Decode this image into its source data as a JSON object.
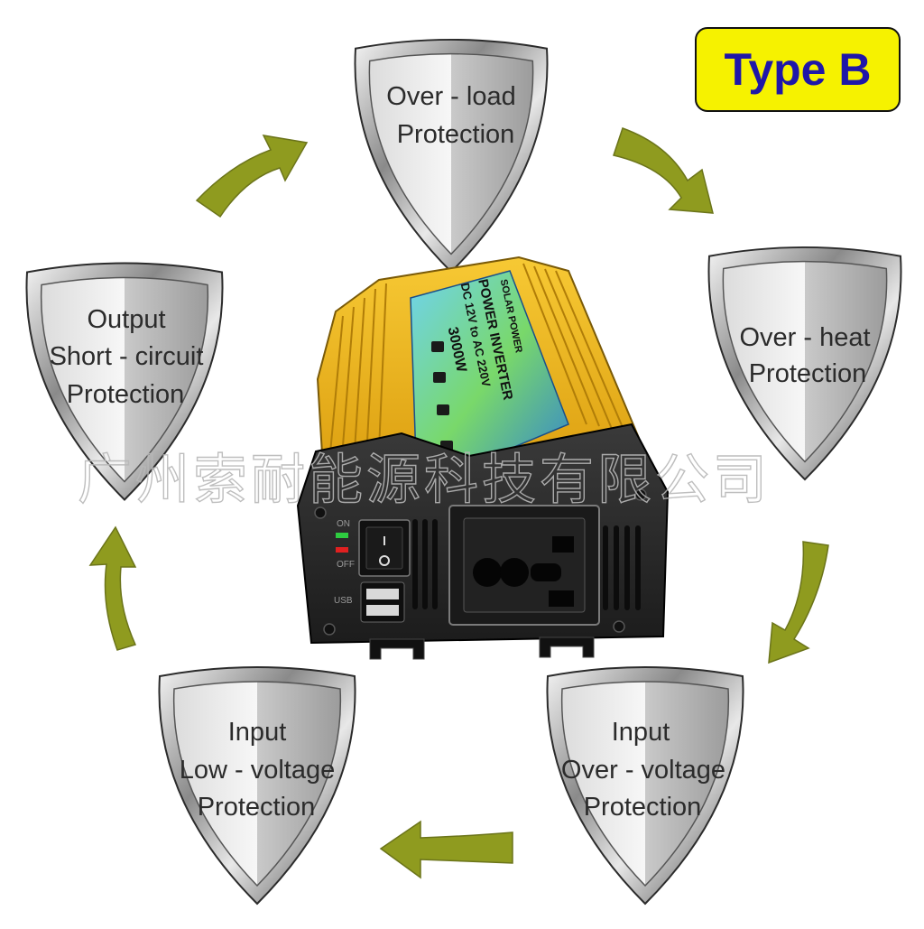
{
  "badge": {
    "text": "Type B"
  },
  "shields": [
    {
      "lines": [
        "Over - load",
        "Protection"
      ]
    },
    {
      "lines": [
        "Over - heat",
        "Protection"
      ]
    },
    {
      "lines": [
        "Input",
        "Over - voltage",
        "Protection"
      ]
    },
    {
      "lines": [
        "Input",
        "Low - voltage",
        "Protection"
      ]
    },
    {
      "lines": [
        "Output",
        "Short - circuit",
        "Protection"
      ]
    }
  ],
  "watermark": "广州索耐能源科技有限公司",
  "inverter": {
    "brand": "SOLAR POWER",
    "title": "POWER INVERTER",
    "spec": "DC 12V to AC 220V",
    "power": "3000W",
    "switch_on": "ON",
    "switch_off": "OFF",
    "usb": "USB"
  },
  "colors": {
    "arrow": "#8f9b1f",
    "badge_bg": "#f6f200",
    "badge_text": "#1f17a8",
    "housing": "#f0b51a",
    "faceplate": "#2a2a2a",
    "led_on": "#2ecc40",
    "led_off": "#e02020"
  }
}
